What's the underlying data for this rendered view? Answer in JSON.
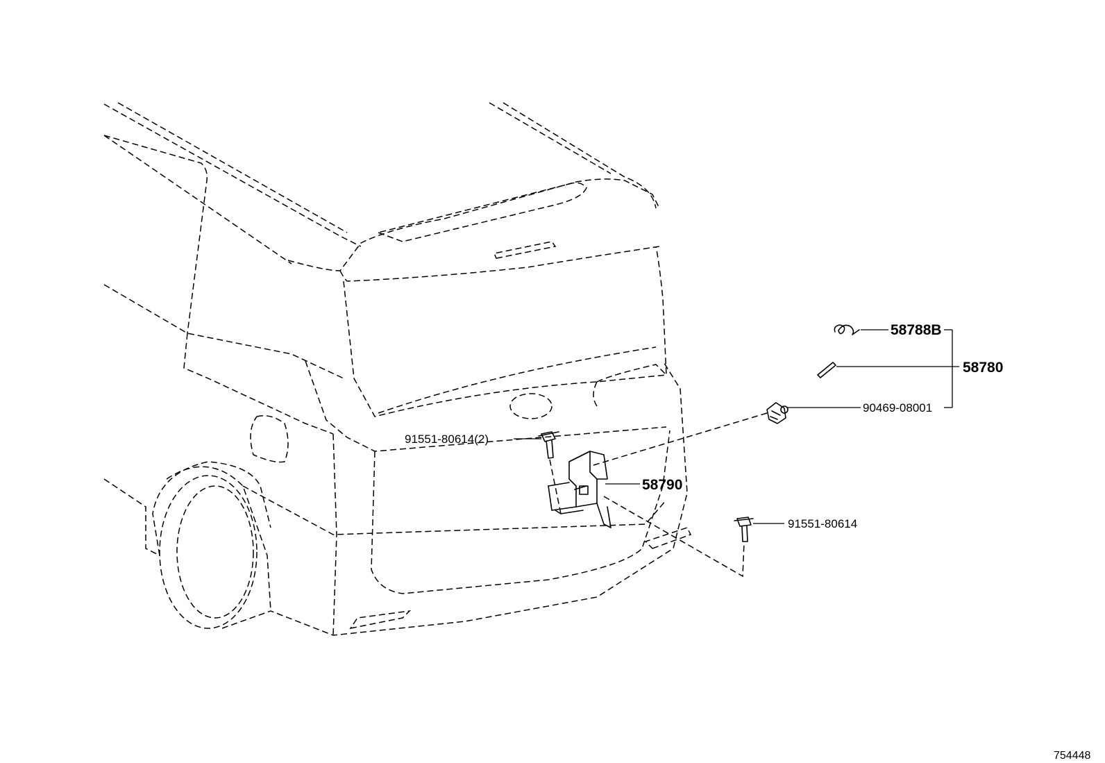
{
  "parts": {
    "p58788b": "58788B",
    "p58780": "58780",
    "p90469": "90469-08001",
    "p91551_2": "91551-80614(2)",
    "p58790": "58790",
    "p91551": "91551-80614"
  },
  "reference_number": "754448"
}
